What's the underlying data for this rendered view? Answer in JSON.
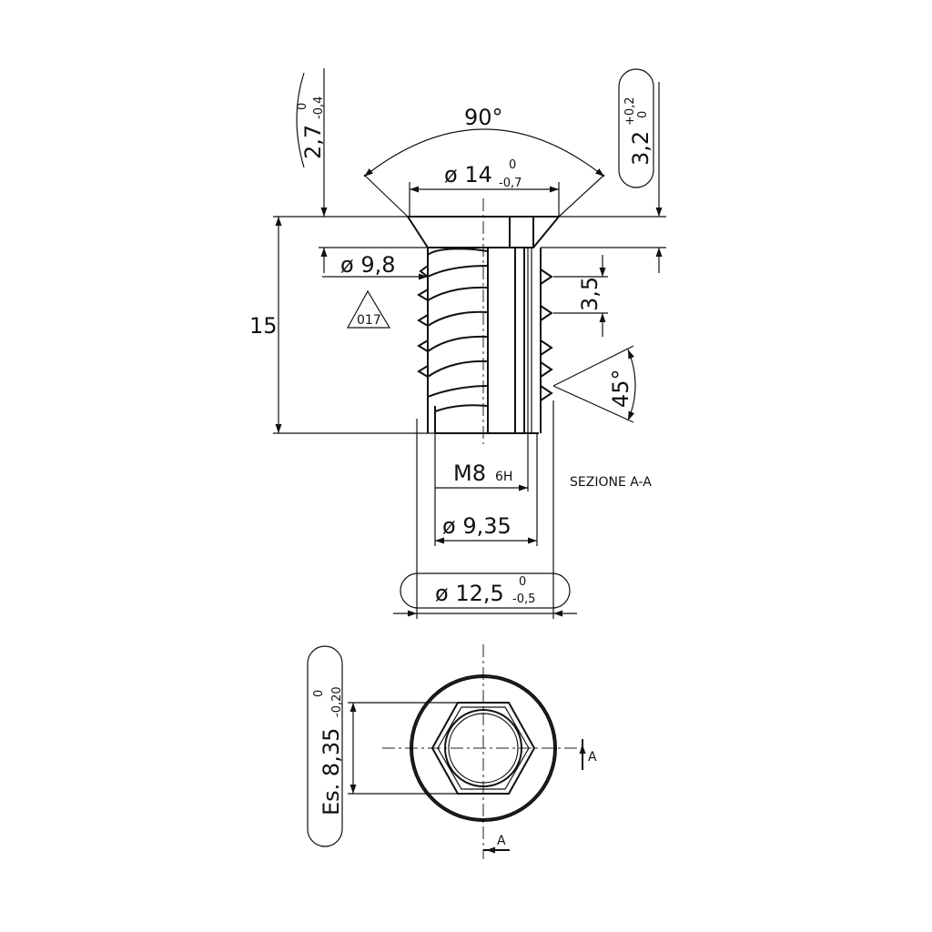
{
  "drawing": {
    "section_label": "SEZIONE A-A",
    "section_marker": "A",
    "material_mark": "017",
    "dimensions": {
      "head_angle": "90°",
      "head_diameter": {
        "prefix": "ø",
        "value": "14",
        "upper": "0",
        "lower": "-0,7"
      },
      "head_height": {
        "value": "2,7",
        "upper": "0",
        "lower": "-0,4"
      },
      "collar_height": {
        "value": "3,2",
        "upper": "+0,2",
        "lower": "0"
      },
      "neck_diameter": {
        "prefix": "ø",
        "value": "9,8"
      },
      "total_length": {
        "value": "15"
      },
      "thread_pitch": {
        "value": "3,5"
      },
      "thread_angle": "45°",
      "inner_thread": {
        "value": "M8",
        "tol": "6H"
      },
      "core_diameter": {
        "prefix": "ø",
        "value": "9,35"
      },
      "outer_diameter": {
        "prefix": "ø",
        "value": "12,5",
        "upper": "0",
        "lower": "-0,5"
      },
      "hex_size": {
        "prefix": "Es.",
        "value": "8,35",
        "upper": "0",
        "lower": "-0,20"
      }
    }
  }
}
